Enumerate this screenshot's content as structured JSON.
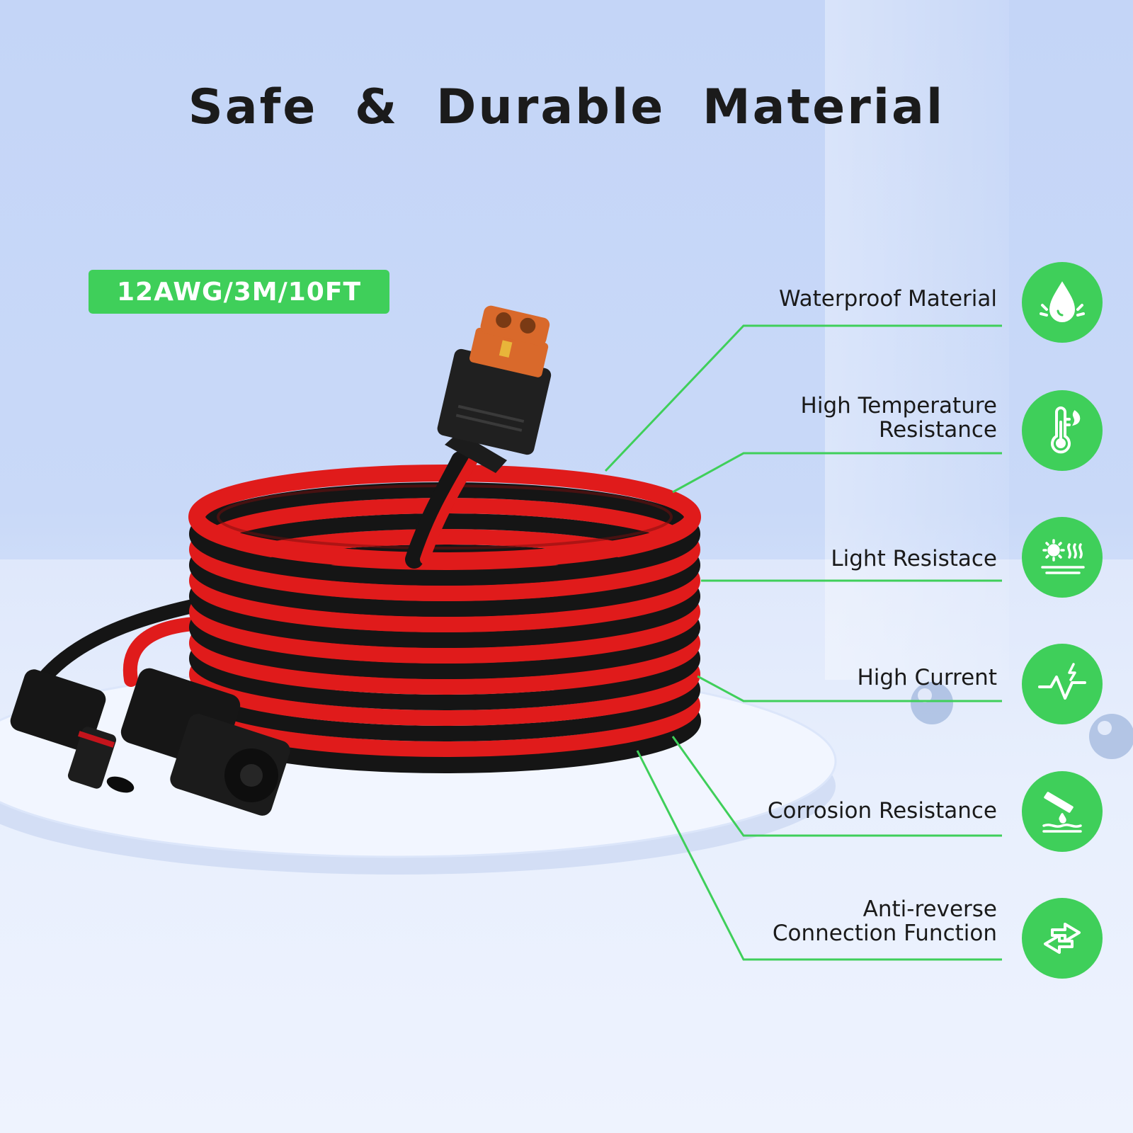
{
  "title": "Safe & Durable Material",
  "spec_badge": "12AWG/3M/10FT",
  "features": [
    {
      "lines": [
        "Waterproof Material"
      ],
      "icon": "water-drop-icon"
    },
    {
      "lines": [
        "High Temperature",
        "Resistance"
      ],
      "icon": "thermometer-icon"
    },
    {
      "lines": [
        "Light Resistace"
      ],
      "icon": "sun-heat-icon"
    },
    {
      "lines": [
        "High Current"
      ],
      "icon": "current-pulse-icon"
    },
    {
      "lines": [
        "Corrosion Resistance"
      ],
      "icon": "corrosion-icon"
    },
    {
      "lines": [
        "Anti-reverse",
        "Connection Function"
      ],
      "icon": "reverse-arrows-icon"
    }
  ],
  "colors": {
    "accent": "#3fcf5a",
    "cable_red": "#e01b1b",
    "cable_black": "#151515",
    "connector_orange": "#d9692b"
  }
}
